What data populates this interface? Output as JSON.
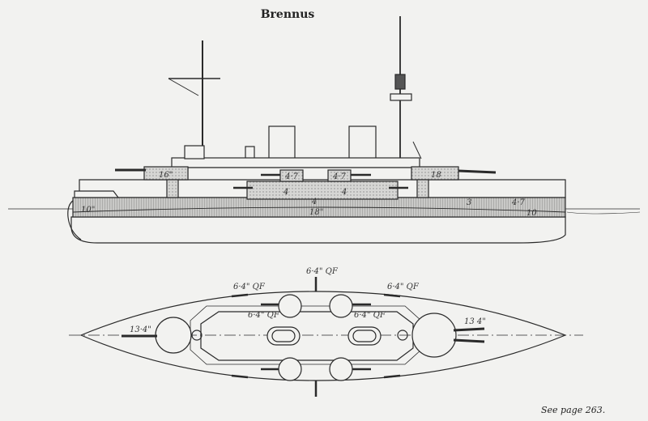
{
  "title": "Brennus",
  "footer": "See page 263.",
  "profile": {
    "labels": {
      "casemate_fwd": "16\"",
      "casemate_aft": "18",
      "battery_1": "4·7",
      "battery_2": "4·7",
      "battery_3": "4",
      "battery_4": "4",
      "battery_5": "4",
      "belt_main": "18\"",
      "belt_bow": "10\"",
      "belt_aft_1": "3",
      "belt_aft_2": "4·7",
      "belt_aft_3": "10"
    }
  },
  "plan": {
    "labels": {
      "qf_center": "6·4\" QF",
      "qf_left": "6·4\" QF",
      "qf_right": "6·4\" QF",
      "qf_inner_left": "6·4\" QF",
      "qf_inner_right": "6·4\" QF",
      "gun_fwd": "13·4\"",
      "gun_aft": "13 4\""
    }
  },
  "colors": {
    "ink": "#2a2a2a",
    "paper": "#f2f2f0",
    "hatch": "#9a9a9a"
  }
}
